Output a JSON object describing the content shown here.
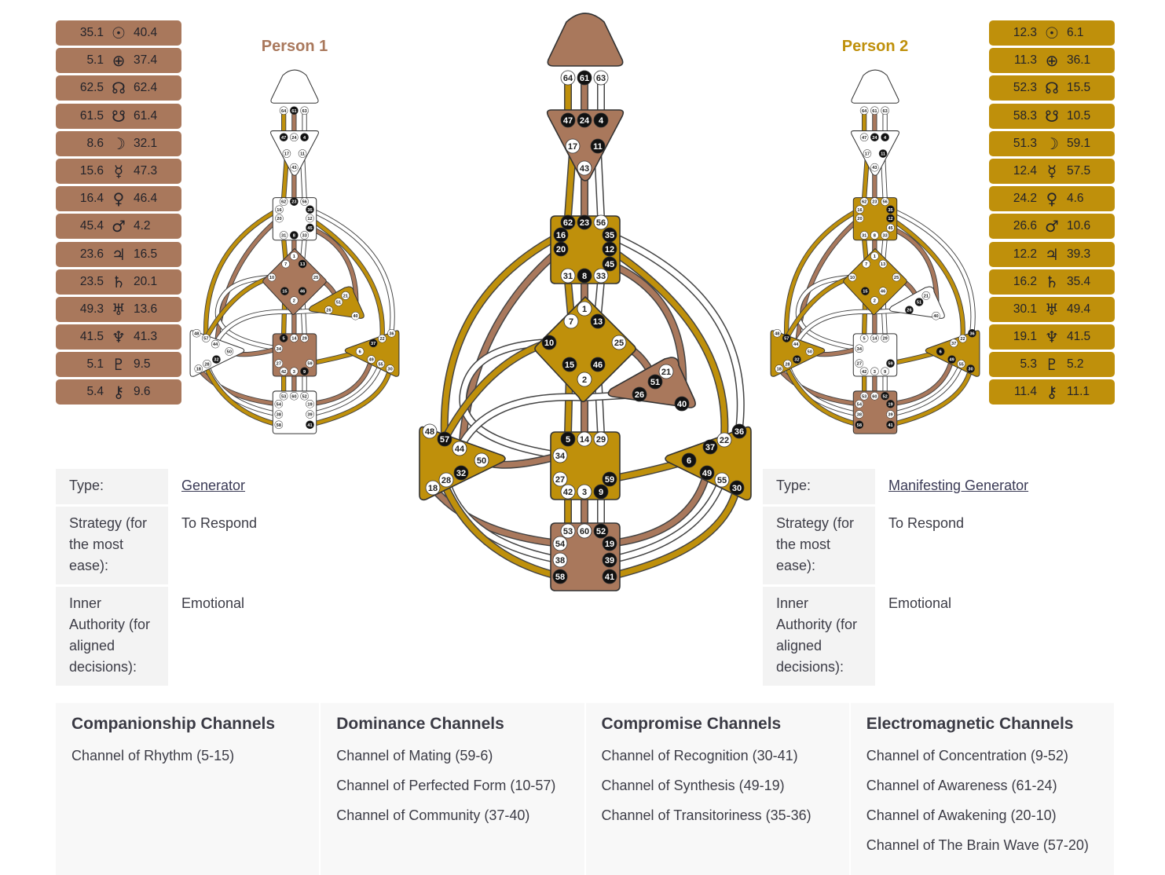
{
  "colors": {
    "person1": "#a9785c",
    "person2": "#bf900b"
  },
  "person1": {
    "title": "Person 1",
    "planets": [
      {
        "design": "35.1",
        "icon": "sun-icon",
        "glyph": "☉",
        "personality": "40.4"
      },
      {
        "design": "5.1",
        "icon": "earth-icon",
        "glyph": "⊕",
        "personality": "37.4"
      },
      {
        "design": "62.5",
        "icon": "north-node-icon",
        "glyph": "☊",
        "personality": "62.4"
      },
      {
        "design": "61.5",
        "icon": "south-node-icon",
        "glyph": "☋",
        "personality": "61.4"
      },
      {
        "design": "8.6",
        "icon": "moon-icon",
        "glyph": "☽",
        "personality": "32.1"
      },
      {
        "design": "15.6",
        "icon": "mercury-icon",
        "glyph": "☿",
        "personality": "47.3"
      },
      {
        "design": "16.4",
        "icon": "venus-icon",
        "glyph": "♀",
        "personality": "46.4"
      },
      {
        "design": "45.4",
        "icon": "mars-icon",
        "glyph": "♂",
        "personality": "4.2"
      },
      {
        "design": "23.6",
        "icon": "jupiter-icon",
        "glyph": "♃",
        "personality": "16.5"
      },
      {
        "design": "23.5",
        "icon": "saturn-icon",
        "glyph": "♄",
        "personality": "20.1"
      },
      {
        "design": "49.3",
        "icon": "uranus-icon",
        "glyph": "♅",
        "personality": "13.6"
      },
      {
        "design": "41.5",
        "icon": "neptune-icon",
        "glyph": "♆",
        "personality": "41.3"
      },
      {
        "design": "5.1",
        "icon": "pluto-icon",
        "glyph": "♇",
        "personality": "9.5"
      },
      {
        "design": "5.4",
        "icon": "chiron-icon",
        "glyph": "⚷",
        "personality": "9.6"
      }
    ],
    "info": {
      "type_label": "Type:",
      "type_value": "Generator",
      "strategy_label": "Strategy (for the most ease):",
      "strategy_value": "To Respond",
      "authority_label": "Inner Authority (for aligned decisions):",
      "authority_value": "Emotional"
    },
    "defined_gates": [
      "61",
      "47",
      "4",
      "23",
      "8",
      "45",
      "35",
      "13",
      "15",
      "46",
      "5",
      "9",
      "32",
      "37",
      "41"
    ]
  },
  "person2": {
    "title": "Person 2",
    "planets": [
      {
        "design": "12.3",
        "icon": "sun-icon",
        "glyph": "☉",
        "personality": "6.1"
      },
      {
        "design": "11.3",
        "icon": "earth-icon",
        "glyph": "⊕",
        "personality": "36.1"
      },
      {
        "design": "52.3",
        "icon": "north-node-icon",
        "glyph": "☊",
        "personality": "15.5"
      },
      {
        "design": "58.3",
        "icon": "south-node-icon",
        "glyph": "☋",
        "personality": "10.5"
      },
      {
        "design": "51.3",
        "icon": "moon-icon",
        "glyph": "☽",
        "personality": "59.1"
      },
      {
        "design": "12.4",
        "icon": "mercury-icon",
        "glyph": "☿",
        "personality": "57.5"
      },
      {
        "design": "24.2",
        "icon": "venus-icon",
        "glyph": "♀",
        "personality": "4.6"
      },
      {
        "design": "26.6",
        "icon": "mars-icon",
        "glyph": "♂",
        "personality": "10.6"
      },
      {
        "design": "12.2",
        "icon": "jupiter-icon",
        "glyph": "♃",
        "personality": "39.3"
      },
      {
        "design": "16.2",
        "icon": "saturn-icon",
        "glyph": "♄",
        "personality": "35.4"
      },
      {
        "design": "30.1",
        "icon": "uranus-icon",
        "glyph": "♅",
        "personality": "49.4"
      },
      {
        "design": "19.1",
        "icon": "neptune-icon",
        "glyph": "♆",
        "personality": "41.5"
      },
      {
        "design": "5.3",
        "icon": "pluto-icon",
        "glyph": "♇",
        "personality": "5.2"
      },
      {
        "design": "11.4",
        "icon": "chiron-icon",
        "glyph": "⚷",
        "personality": "11.1"
      }
    ],
    "info": {
      "type_label": "Type:",
      "type_value": "Manifesting Generator",
      "strategy_label": "Strategy (for the most ease):",
      "strategy_value": "To Respond",
      "authority_label": "Inner Authority (for aligned decisions):",
      "authority_value": "Emotional"
    },
    "defined_gates": [
      "24",
      "4",
      "11",
      "12",
      "35",
      "15",
      "51",
      "26",
      "57",
      "32",
      "49",
      "6",
      "36",
      "30",
      "59",
      "19",
      "52",
      "58",
      "41"
    ]
  },
  "composite": {
    "defined_gates": [
      "61",
      "47",
      "24",
      "4",
      "11",
      "62",
      "23",
      "8",
      "35",
      "12",
      "45",
      "16",
      "20",
      "13",
      "15",
      "46",
      "10",
      "51",
      "26",
      "40",
      "5",
      "9",
      "57",
      "32",
      "37",
      "6",
      "49",
      "36",
      "30",
      "59",
      "52",
      "19",
      "39",
      "58",
      "41"
    ]
  },
  "centers": {
    "head": {
      "shape": "head",
      "gates": [
        "64",
        "61",
        "63"
      ]
    },
    "ajna": {
      "shape": "ajna",
      "gates": [
        "47",
        "24",
        "4",
        "17",
        "11",
        "43"
      ]
    },
    "throat": {
      "shape": "square",
      "gates": [
        "62",
        "23",
        "56",
        "16",
        "35",
        "20",
        "12",
        "45",
        "31",
        "8",
        "33"
      ]
    },
    "g": {
      "shape": "diamond",
      "gates": [
        "1",
        "7",
        "13",
        "10",
        "25",
        "15",
        "46",
        "2"
      ]
    },
    "heart": {
      "shape": "heart",
      "gates": [
        "21",
        "51",
        "26",
        "40"
      ]
    },
    "sacral": {
      "shape": "square",
      "gates": [
        "5",
        "14",
        "29",
        "34",
        "27",
        "59",
        "42",
        "3",
        "9"
      ]
    },
    "root": {
      "shape": "square",
      "gates": [
        "53",
        "60",
        "52",
        "54",
        "19",
        "38",
        "39",
        "58",
        "41"
      ]
    },
    "spleen": {
      "shape": "spleen",
      "gates": [
        "48",
        "57",
        "44",
        "50",
        "32",
        "28",
        "18"
      ]
    },
    "solar": {
      "shape": "solar",
      "gates": [
        "36",
        "22",
        "37",
        "6",
        "49",
        "55",
        "30"
      ]
    }
  },
  "charts": {
    "person1": {
      "centers": {
        "head": "white",
        "ajna": "white",
        "throat": "white",
        "g": "#a9785c",
        "heart": "#bf900b",
        "sacral": "#a9785c",
        "root": "white",
        "spleen": "white",
        "solar": "#bf900b"
      }
    },
    "composite": {
      "centers": {
        "head": "#a9785c",
        "ajna": "#a9785c",
        "throat": "#bf900b",
        "g": "#bf900b",
        "heart": "#a9785c",
        "sacral": "#bf900b",
        "root": "#a9785c",
        "spleen": "#bf900b",
        "solar": "#bf900b"
      }
    },
    "person2": {
      "centers": {
        "head": "white",
        "ajna": "white",
        "throat": "#bf900b",
        "g": "#bf900b",
        "heart": "white",
        "sacral": "white",
        "root": "#a9785c",
        "spleen": "#bf900b",
        "solar": "#bf900b"
      }
    }
  },
  "channel_groups": [
    {
      "title": "Companionship Channels",
      "items": [
        "Channel of Rhythm (5-15)"
      ]
    },
    {
      "title": "Dominance Channels",
      "items": [
        "Channel of Mating (59-6)",
        "Channel of Perfected Form (10-57)",
        "Channel of Community (37-40)"
      ]
    },
    {
      "title": "Compromise Channels",
      "items": [
        "Channel of Recognition (30-41)",
        "Channel of Synthesis (49-19)",
        "Channel of Transitoriness (35-36)"
      ]
    },
    {
      "title": "Electromagnetic Channels",
      "items": [
        "Channel of Concentration (9-52)",
        "Channel of Awareness (61-24)",
        "Channel of Awakening (20-10)",
        "Channel of The Brain Wave (57-20)"
      ]
    }
  ]
}
